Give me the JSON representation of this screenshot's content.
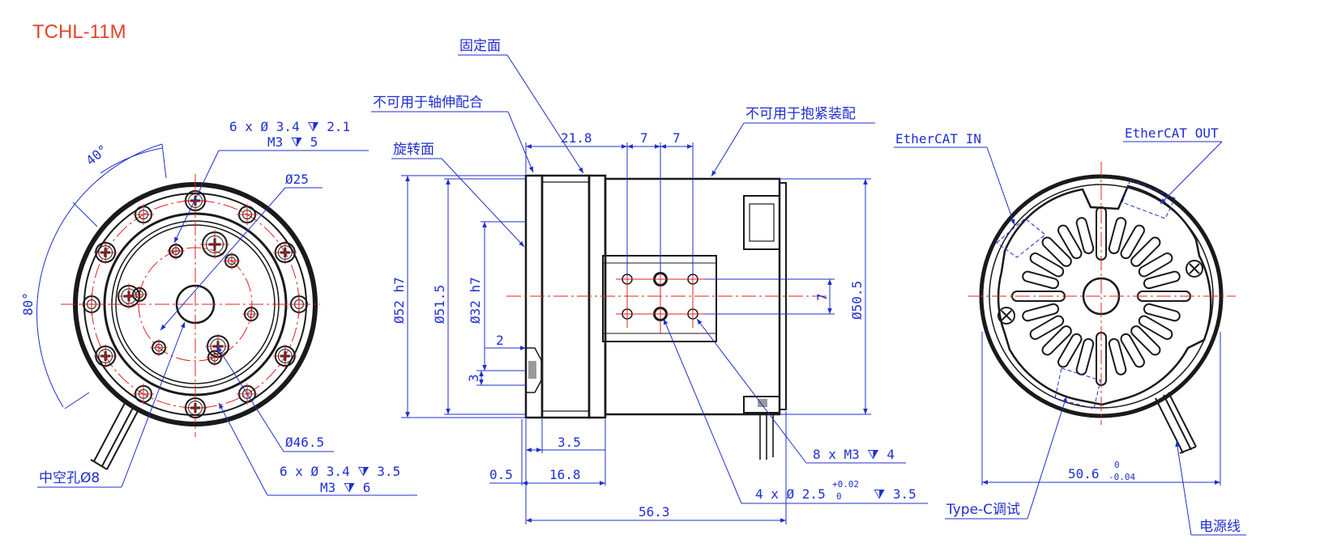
{
  "title": "TCHL-11M",
  "colors": {
    "title": "#e4432b",
    "dimension": "#1f2fcf",
    "outline": "#1a1a1a",
    "centerline": "#e02020"
  },
  "front_view": {
    "hole_spec_top_line1": "6 x Ø 3.4 ⧩ 2.1",
    "hole_spec_top_line2": "M3 ⧩ 5",
    "angle_40": "40°",
    "angle_80": "80°",
    "dia_25": "Ø25",
    "dia_46_5": "Ø46.5",
    "hollow_hole": "中空孔Ø8",
    "hole_spec_bottom_line1": "6 x Ø 3.4 ⧩ 3.5",
    "hole_spec_bottom_line2": "M3 ⧩ 6"
  },
  "side_view": {
    "fixed_face": "固定面",
    "no_shaft_fit": "不可用于轴伸配合",
    "rotating_face": "旋转面",
    "no_clamp_fit": "不可用于抱紧装配",
    "dim_21_8": "21.8",
    "dim_7_a": "7",
    "dim_7_b": "7",
    "dim_7_c": "7",
    "dia_52_h7": "Ø52 h7",
    "dia_51_5": "Ø51.5",
    "dia_32_h7": "Ø32 h7",
    "dia_50_5": "Ø50.5",
    "dim_2": "2",
    "dim_3": "3",
    "dim_3_5": "3.5",
    "dim_0_5": "0.5",
    "dim_16_8": "16.8",
    "dim_56_3": "56.3",
    "hole_spec_m3": "8 x  M3 ⧩ 4",
    "hole_spec_pin": "4 x Ø 2.5",
    "pin_tol_upper": "+0.02",
    "pin_tol_lower": "0",
    "pin_depth": "⧩ 3.5"
  },
  "rear_view": {
    "ethercat_in": "EtherCAT IN",
    "ethercat_out": "EtherCAT OUT",
    "dim_50_6": "50.6",
    "tol_upper": "0",
    "tol_lower": "-0.04",
    "typec": "Type-C调试",
    "power_line": "电源线"
  },
  "icons": {
    "screw": "phillips-screw-icon",
    "hole": "through-hole-icon"
  }
}
